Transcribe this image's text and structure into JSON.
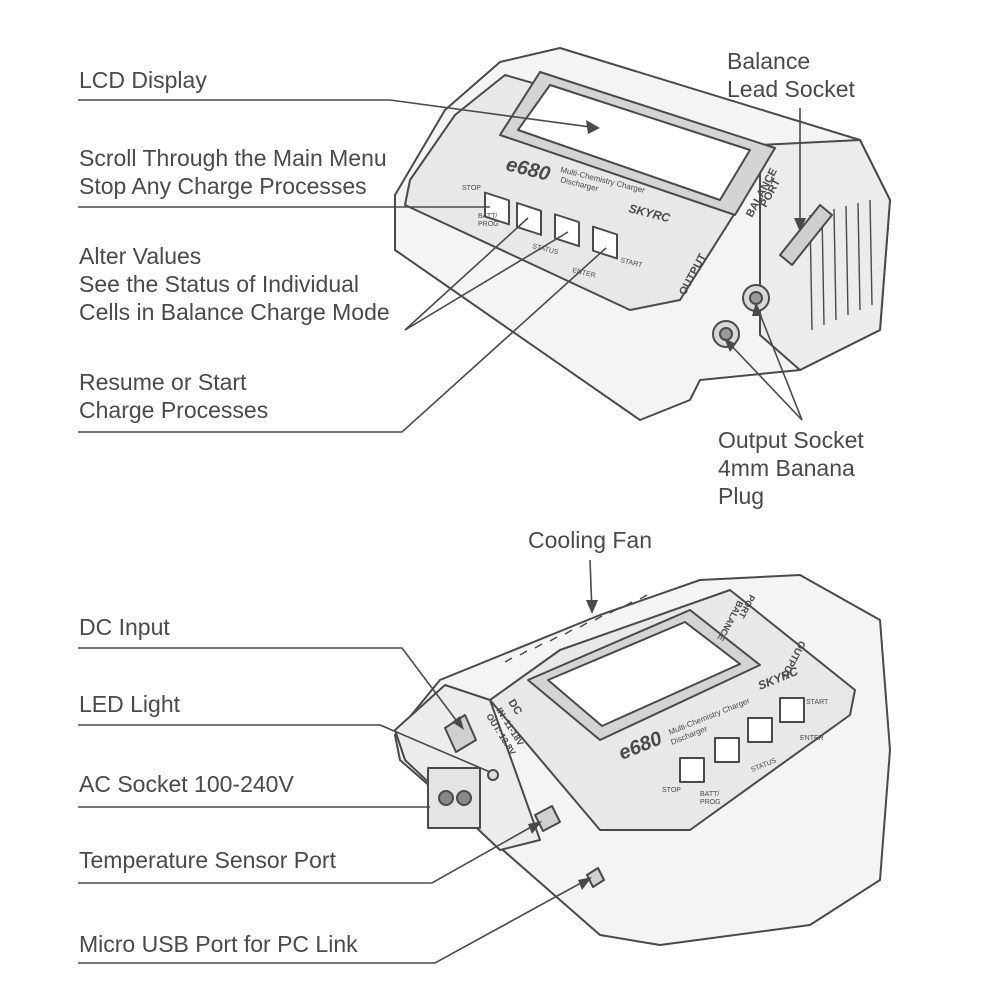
{
  "top_labels": {
    "lcd_display": "LCD Display",
    "scroll_line1": "Scroll Through the Main Menu",
    "scroll_line2": "Stop Any Charge Processes",
    "alter_line1": "Alter Values",
    "alter_line2": "See the Status of Individual",
    "alter_line3": "Cells in Balance Charge Mode",
    "resume_line1": "Resume or Start",
    "resume_line2": "Charge Processes",
    "balance_line1": "Balance",
    "balance_line2": "Lead Socket",
    "output_line1": "Output Socket",
    "output_line2": "4mm Banana",
    "output_line3": "Plug"
  },
  "bottom_labels": {
    "cooling_fan": "Cooling Fan",
    "dc_input": "DC Input",
    "led_light": "LED Light",
    "ac_socket": "AC Socket 100-240V",
    "temp_sensor": "Temperature Sensor Port",
    "micro_usb": "Micro USB Port for PC Link"
  },
  "device": {
    "model": "e680",
    "subtitle_line1": "Multi-Chemistry Charger",
    "subtitle_line2": "Discharger",
    "brand": "SKYRC",
    "btn_stop": "STOP",
    "btn_batt": "BATT/",
    "btn_prog": "PROG",
    "btn_status": "STATUS",
    "btn_start": "START",
    "btn_enter": "ENTER",
    "output_label": "OUTPUT",
    "balance_label1": "BALANCE",
    "balance_label2": "PORT",
    "dc_label": "DC",
    "in_label": "IN: 11-18V",
    "out_label": "OUT: 13.8V"
  },
  "colors": {
    "line": "#4a4a4a",
    "body": "#f4f4f4",
    "panel": "#e2e2e2",
    "dark": "#6a6a6a"
  }
}
